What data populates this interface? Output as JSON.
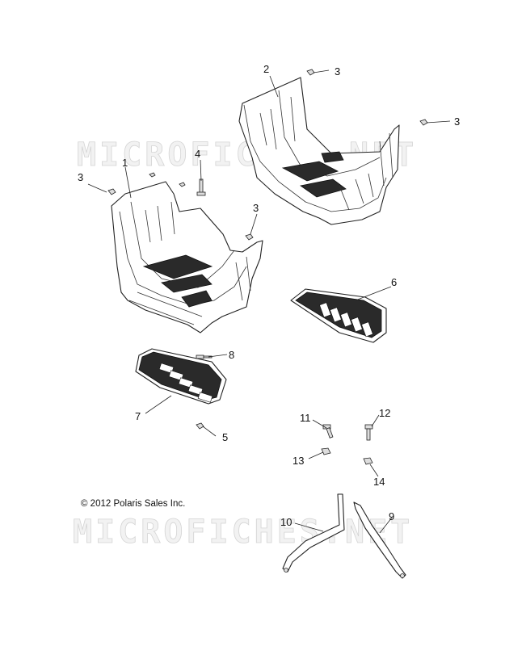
{
  "copyright": "© 2012 Polaris Sales Inc.",
  "watermarks": [
    "MICROFICHES.NET",
    "MICROFICHES.NET"
  ],
  "callouts": {
    "c1": "1",
    "c2": "2",
    "c3a": "3",
    "c3b": "3",
    "c3c": "3",
    "c3d": "3",
    "c4": "4",
    "c5": "5",
    "c6": "6",
    "c7": "7",
    "c8": "8",
    "c9": "9",
    "c10": "10",
    "c11": "11",
    "c12": "12",
    "c13": "13",
    "c14": "14"
  }
}
